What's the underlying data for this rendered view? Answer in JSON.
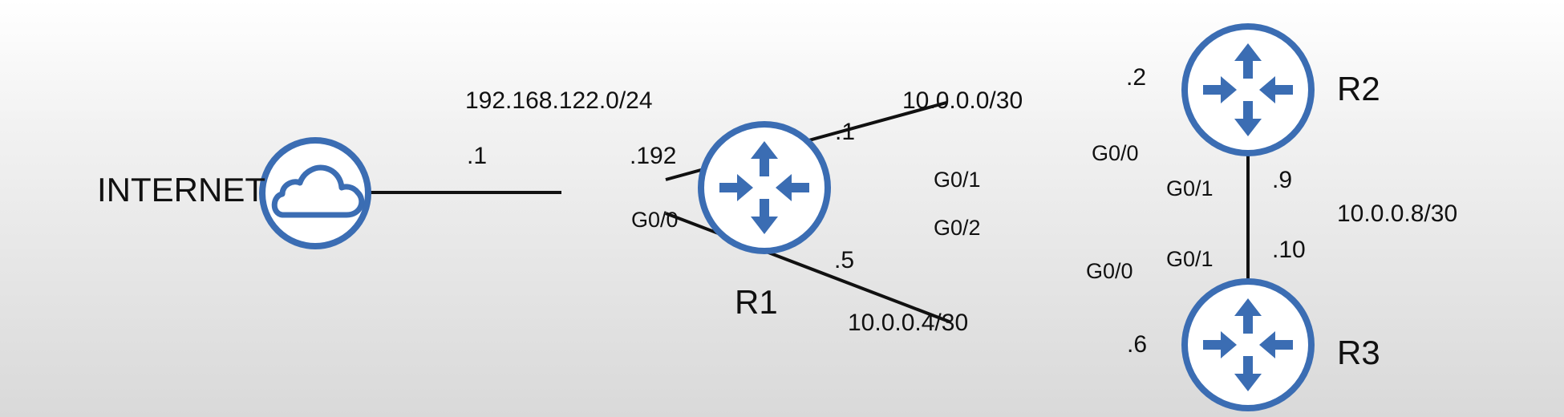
{
  "nodes": {
    "internet": {
      "label": "INTERNET",
      "icon": "cloud-icon"
    },
    "r1": {
      "label": "R1",
      "icon": "router-icon"
    },
    "r2": {
      "label": "R2",
      "icon": "router-icon"
    },
    "r3": {
      "label": "R3",
      "icon": "router-icon"
    }
  },
  "links": {
    "internet_r1": {
      "subnet": "192.168.122.0/24",
      "internet_ip": ".1",
      "r1_ip": ".192",
      "r1_iface": "G0/0"
    },
    "r1_r2": {
      "subnet": "10.0.0.0/30",
      "r1_ip": ".1",
      "r1_iface": "G0/1",
      "r2_ip": ".2",
      "r2_iface": "G0/0"
    },
    "r1_r3": {
      "subnet": "10.0.0.4/30",
      "r1_ip": ".5",
      "r1_iface": "G0/2",
      "r3_ip": ".6",
      "r3_iface": "G0/0"
    },
    "r2_r3": {
      "subnet": "10.0.0.8/30",
      "r2_ip": ".9",
      "r2_iface": "G0/1",
      "r3_ip": ".10",
      "r3_iface": "G0/1"
    }
  },
  "colors": {
    "device": "#3b6db3",
    "link": "#111111"
  }
}
